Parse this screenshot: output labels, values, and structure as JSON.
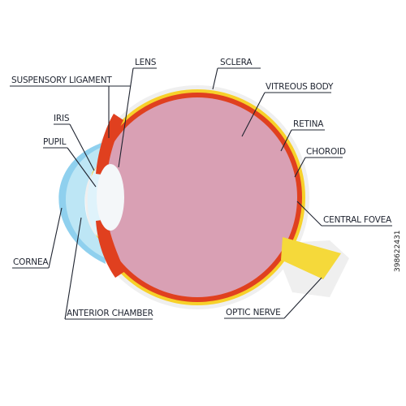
{
  "diagram": {
    "labels": {
      "lens": "LENS",
      "sclera": "SCLERA",
      "suspensory_ligament": "SUSPENSORY LIGAMENT",
      "vitreous_body": "VITREOUS BODY",
      "iris": "IRIS",
      "pupil": "PUPIL",
      "retina": "RETINA",
      "choroid": "CHOROID",
      "central_fovea": "CENTRAL FOVEA",
      "cornea": "CORNEA",
      "anterior_chamber": "ANTERIOR CHAMBER",
      "optic_nerve": "OPTIC NERVE"
    },
    "colors": {
      "vitreous": "#d9a0b4",
      "choroid_red": "#e0401f",
      "retina_yellow": "#f7d12a",
      "sclera_white": "#f0f0f0",
      "cornea_blue": "#bde6f5",
      "cornea_edge": "#8fd0ee",
      "lens": "#f4f7f9",
      "optic_nerve": "#f5d93a"
    }
  },
  "stock_id": "398622431"
}
